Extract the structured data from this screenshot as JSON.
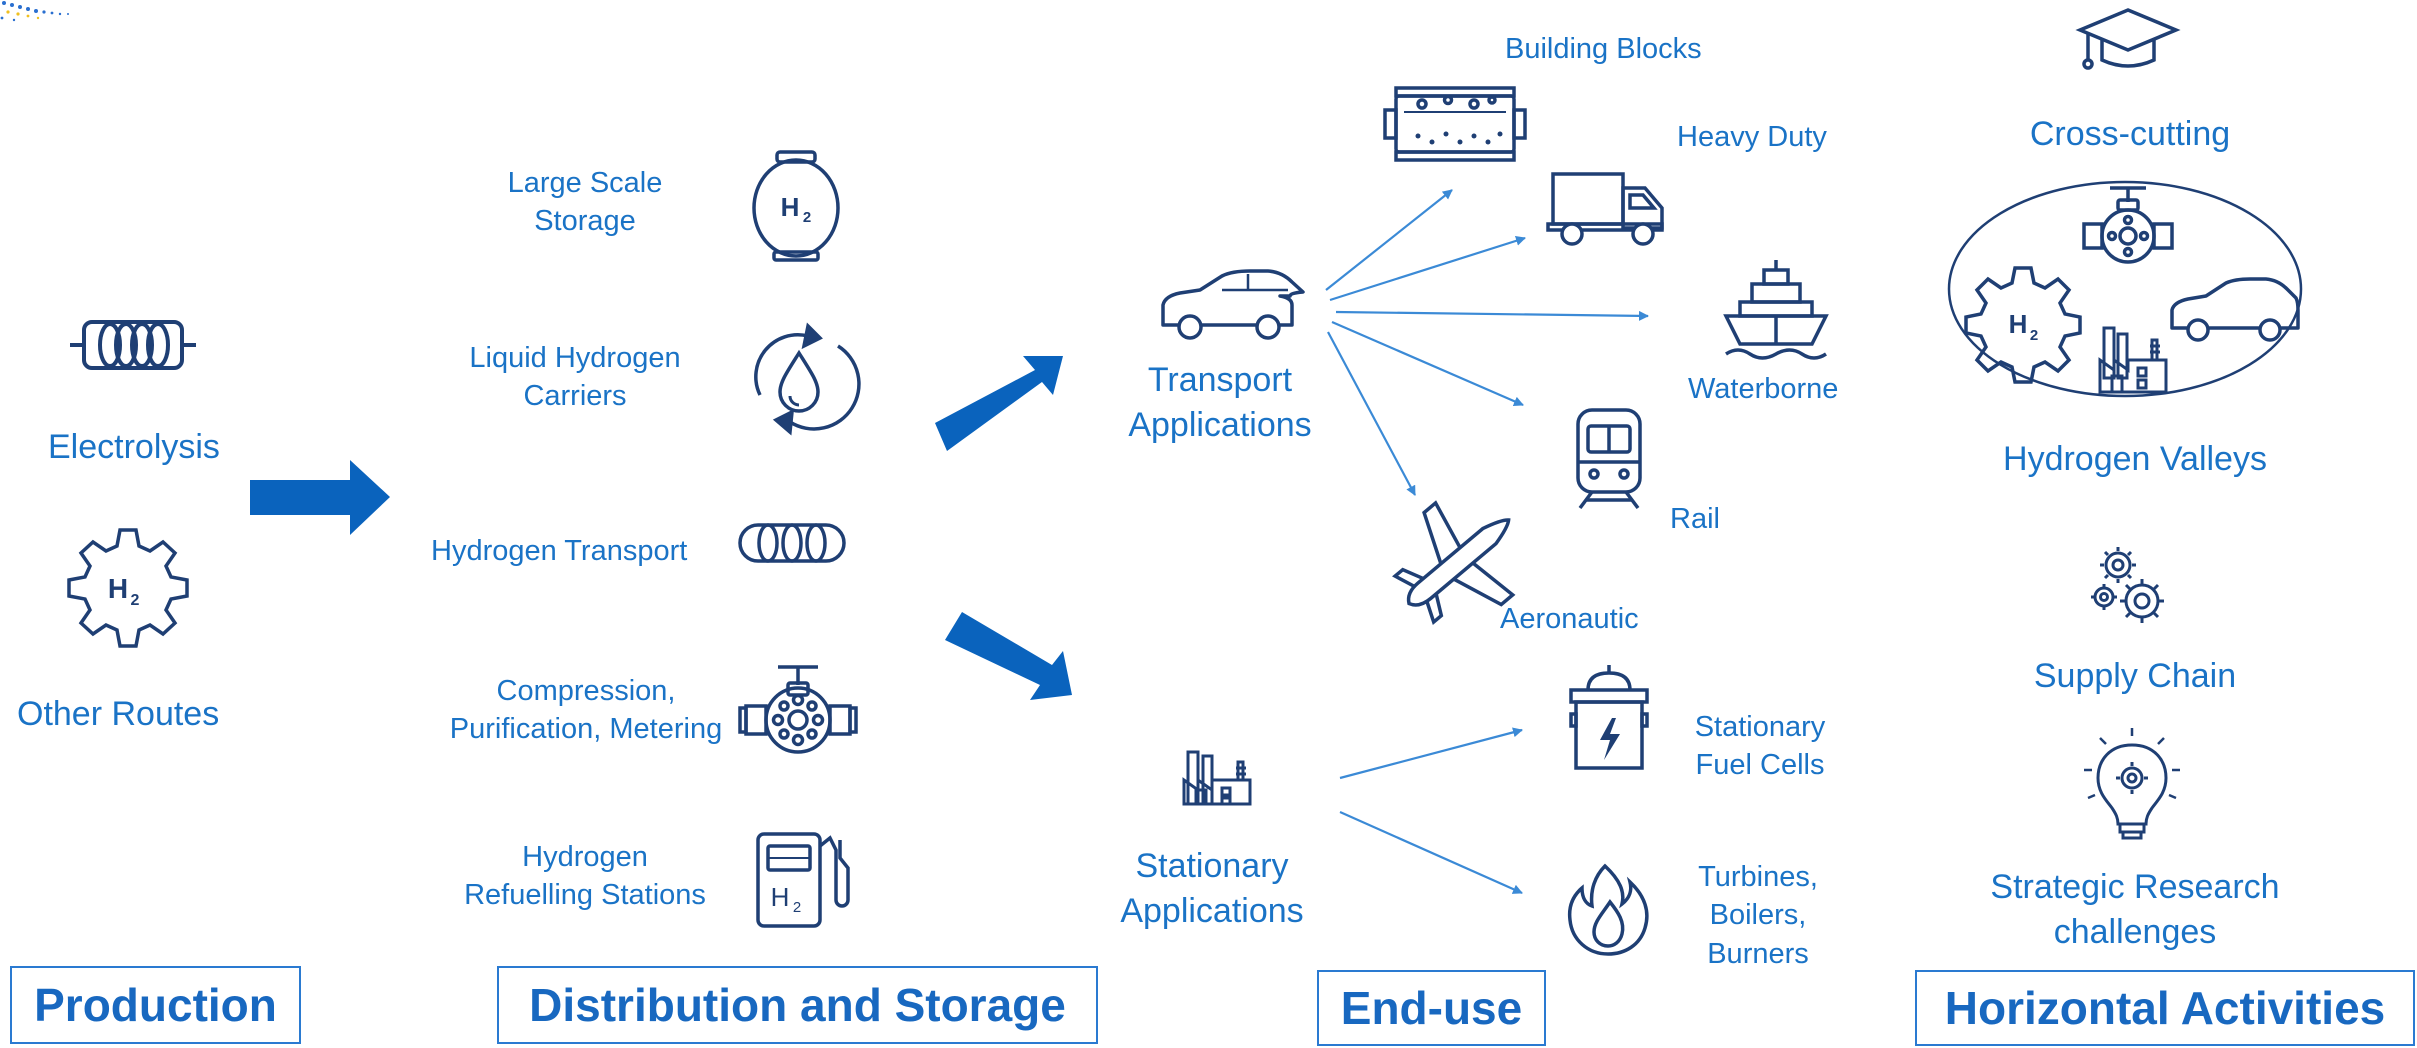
{
  "production": {
    "section_label": "Production",
    "electrolysis": "Electrolysis",
    "other_routes": "Other Routes",
    "h2_symbol": "H",
    "h2_subscript": "2"
  },
  "distribution": {
    "section_label": "Distribution and Storage",
    "items": [
      {
        "label": "Large Scale\nStorage",
        "icon": "h2-tank-icon"
      },
      {
        "label": "Liquid Hydrogen\nCarriers",
        "icon": "liquid-cycle-icon"
      },
      {
        "label": "Hydrogen Transport",
        "icon": "pipeline-icon"
      },
      {
        "label": "Compression,\nPurification, Metering",
        "icon": "valve-icon"
      },
      {
        "label": "Hydrogen\nRefuelling Stations",
        "icon": "fuel-pump-icon"
      }
    ]
  },
  "end_use": {
    "section_label": "End-use",
    "transport": "Transport\nApplications",
    "stationary": "Stationary\nApplications",
    "building_blocks": "Building Blocks",
    "heavy_duty": "Heavy Duty",
    "waterborne": "Waterborne",
    "rail": "Rail",
    "aeronautic": "Aeronautic",
    "stationary_fuel_cells": "Stationary\nFuel Cells",
    "turbines": "Turbines,\nBoilers,\nBurners"
  },
  "horizontal": {
    "section_label": "Horizontal Activities",
    "cross_cutting": "Cross-cutting",
    "hydrogen_valleys": "Hydrogen Valleys",
    "supply_chain": "Supply Chain",
    "strategic_research": "Strategic Research\nchallenges"
  },
  "colors": {
    "text": "#1a73c6",
    "icon": "#1f3f74",
    "arrow": "#0a63bd",
    "thin_arrow": "#3b8ad6"
  }
}
